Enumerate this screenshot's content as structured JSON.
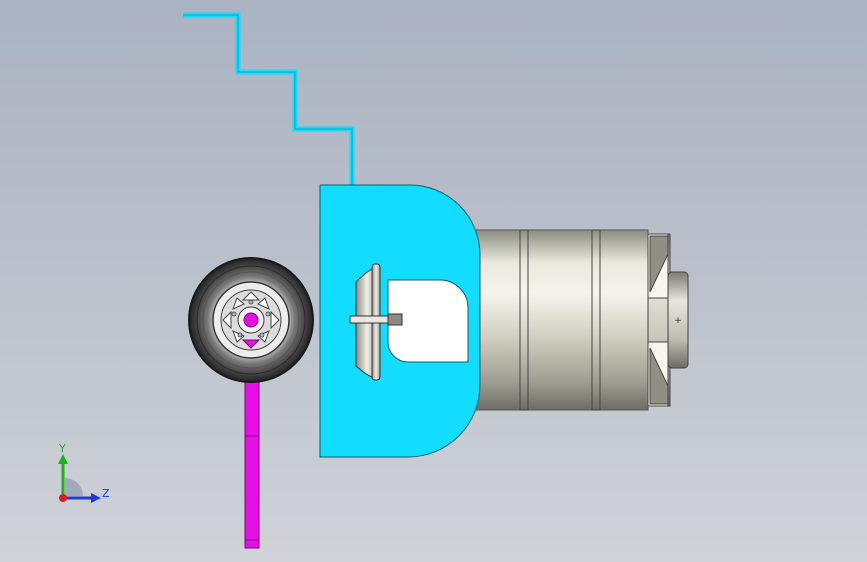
{
  "viewport": {
    "background_top": "#aab3c2",
    "background_bottom": "#d0d2d7"
  },
  "colors": {
    "cyan_body": "#12dcff",
    "magenta_part": "#e60fe6",
    "tire": "#3a3a3a",
    "drum": "#c9c8b8"
  },
  "triad": {
    "y_label": "Y",
    "z_label": "Z"
  },
  "icons": {
    "triad": "coordinate-axes-triad"
  }
}
